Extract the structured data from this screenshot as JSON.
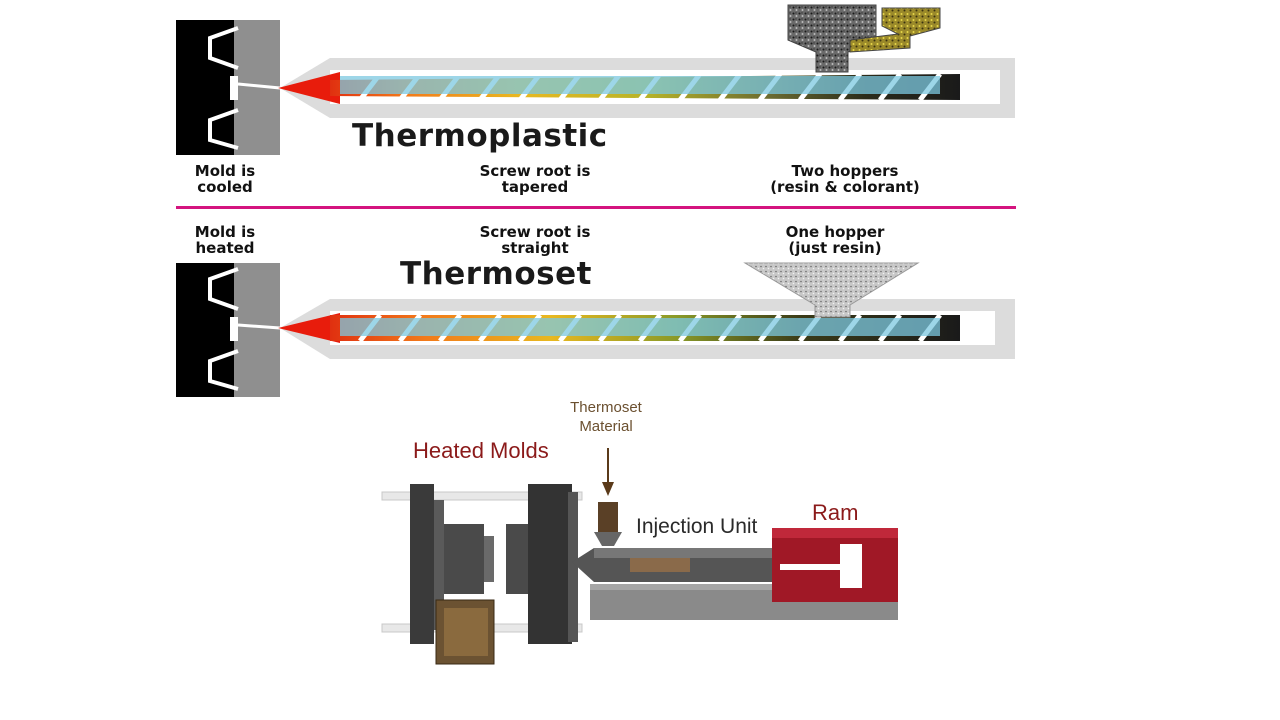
{
  "top": {
    "title": "Thermoplastic",
    "labels": {
      "mold": "Mold is\ncooled",
      "screw": "Screw root is\ntapered",
      "hopper": "Two hoppers\n(resin & colorant)"
    }
  },
  "bottom": {
    "title": "Thermoset",
    "labels": {
      "mold": "Mold is\nheated",
      "screw": "Screw root is\nstraight",
      "hopper": "One hopper\n(just resin)"
    }
  },
  "machine": {
    "heated_molds": "Heated Molds",
    "material_line1": "Thermoset",
    "material_line2": "Material",
    "injection_unit": "Injection Unit",
    "ram": "Ram"
  },
  "colors": {
    "divider": "#d4147f",
    "screw": "#7cc8e0",
    "barrel": "#d9d9d9",
    "mold": "#000000",
    "ram": "#a01826",
    "annotation_red": "#8b1a1a"
  }
}
